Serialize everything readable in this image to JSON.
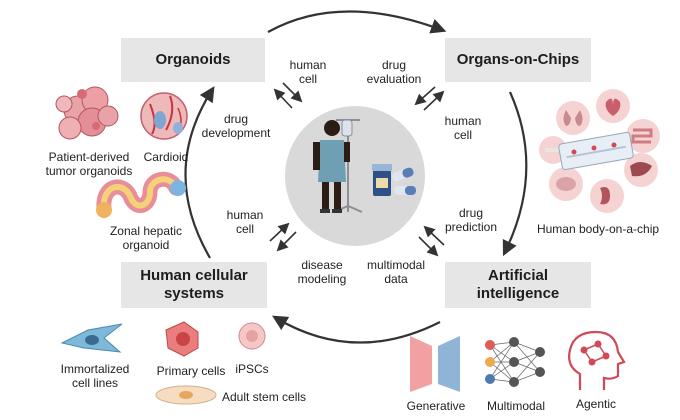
{
  "boxes": {
    "organoids": "Organoids",
    "organs_on_chips": "Organs-on-Chips",
    "human_cellular_systems": "Human cellular\nsystems",
    "artificial_intelligence": "Artificial\nintelligence"
  },
  "flows": {
    "human_cell_top": "human\ncell",
    "drug_evaluation": "drug\nevaluation",
    "drug_development": "drug\ndevelopment",
    "human_cell_right": "human\ncell",
    "human_cell_left": "human\ncell",
    "drug_prediction": "drug\nprediction",
    "disease_modeling": "disease\nmodeling",
    "multimodal_data": "multimodal\ndata"
  },
  "organoid_examples": {
    "tumor": "Patient-derived\ntumor organoids",
    "cardioid": "Cardioid",
    "hepatic": "Zonal hepatic\norganoid"
  },
  "chip_example": "Human body-on-a-chip",
  "cell_types": {
    "immortalized": "Immortalized\ncell lines",
    "primary": "Primary cells",
    "ipscs": "iPSCs",
    "adult_stem": "Adult stem cells"
  },
  "ai_types": {
    "generative": "Generative",
    "multimodal": "Multimodal",
    "agentic": "Agentic"
  },
  "colors": {
    "box_fill": "#e6e6e6",
    "arrow": "#333333",
    "center_circle": "#d9d9d9",
    "tissue_pink": "#e8a3a8",
    "organ_circle": "#f6d3d3",
    "stem_cell": "#f6dcc0",
    "neural_blue": "#4f78b0",
    "ai_red": "#cf4a55"
  }
}
